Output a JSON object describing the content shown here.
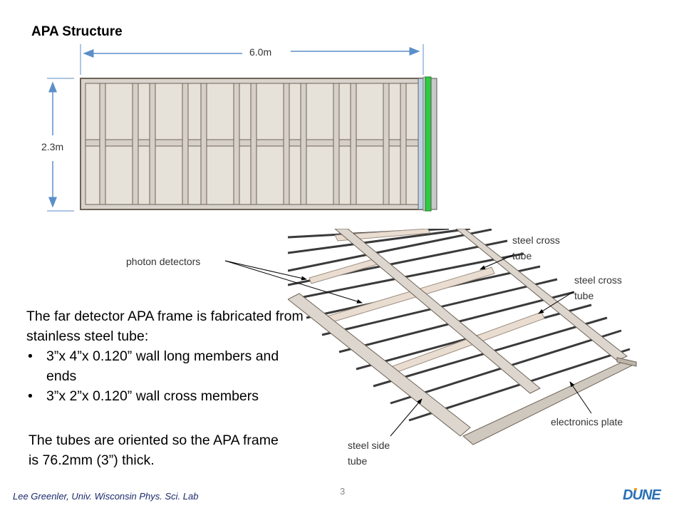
{
  "title": "APA Structure",
  "dimensions": {
    "width_label": "6.0m",
    "height_label": "2.3m"
  },
  "callouts": {
    "photon_detectors": "photon detectors",
    "steel_cross_tube_1": [
      "steel cross",
      "tube"
    ],
    "steel_cross_tube_2": [
      "steel cross",
      "tube"
    ],
    "steel_side_tube": [
      "steel side",
      "tube"
    ],
    "electronics_plate": "electronics plate"
  },
  "body": {
    "intro": "The far detector APA frame is fabricated from stainless steel tube:",
    "bullets": [
      "3”x 4”x 0.120” wall long members and ends",
      "3”x 2”x 0.120” wall cross members"
    ],
    "closing": "The tubes are oriented so the APA frame is 76.2mm (3”) thick."
  },
  "footer": {
    "author": "Lee Greenler,   Univ. Wisconsin Phys. Sci. Lab",
    "page_number": "3"
  },
  "logo": {
    "text": "DUNE",
    "colors": {
      "primary": "#2a6fb5",
      "accent": "#f0a020"
    }
  },
  "colors": {
    "frame_fill": "#e6e1d9",
    "frame_stroke": "#6e6357",
    "electronics_green": "#2ecc40",
    "dimension_blue": "#5b8fc9"
  }
}
